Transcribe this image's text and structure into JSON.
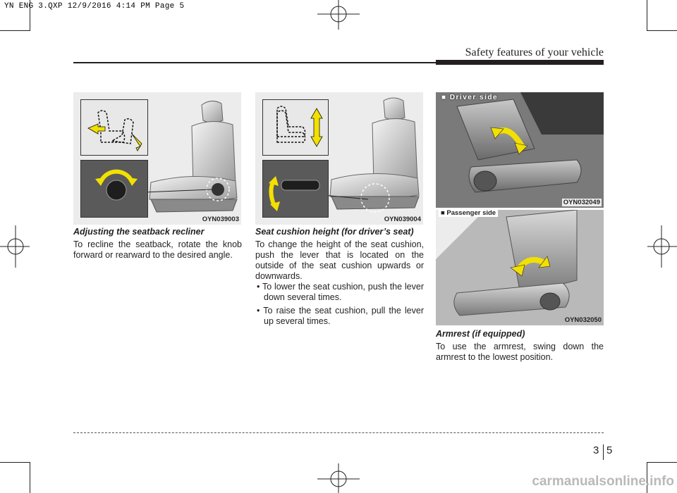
{
  "print_header": "YN ENG 3.QXP  12/9/2016  4:14 PM  Page 5",
  "section_title": "Safety features of your vehicle",
  "page": {
    "chapter": "3",
    "number": "5"
  },
  "col1": {
    "figure_code": "OYN039003",
    "heading": "Adjusting the seatback recliner",
    "text": "To recline the seatback, rotate the knob forward or rearward to the desired angle."
  },
  "col2": {
    "figure_code": "OYN039004",
    "heading": "Seat cushion height (for driver’s seat)",
    "text": "To change the height of the seat cushion, push the lever that is located on the outside of the seat cushion upwards or downwards.",
    "bullets": [
      "• To lower the seat cushion, push the lever down several times.",
      "• To raise the seat cushion, pull the lever up several times."
    ]
  },
  "col3": {
    "figure_top": {
      "label": "■ Driver side",
      "code": "OYN032049"
    },
    "figure_bottom": {
      "label": "■ Passenger side",
      "code": "OYN032050"
    },
    "heading": "Armrest (if equipped)",
    "text": "To use the armrest, swing down the armrest to the lowest position."
  },
  "watermark": "carmanualsonline.info",
  "colors": {
    "text": "#231f20",
    "arrow": "#f2e000",
    "figure_bg": "#ececec"
  }
}
